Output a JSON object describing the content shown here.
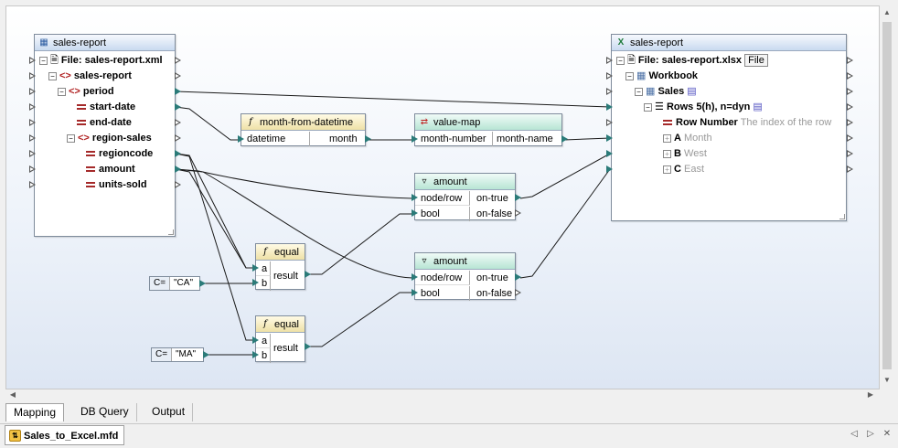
{
  "source": {
    "title": "sales-report",
    "rows": [
      {
        "label": "File: sales-report.xml"
      },
      {
        "label": "sales-report"
      },
      {
        "label": "period"
      },
      {
        "label": "start-date"
      },
      {
        "label": "end-date"
      },
      {
        "label": "region-sales"
      },
      {
        "label": "regioncode"
      },
      {
        "label": "amount"
      },
      {
        "label": "units-sold"
      }
    ]
  },
  "target": {
    "title": "sales-report",
    "file_label": "File: sales-report.xlsx",
    "file_button": "File",
    "workbook": "Workbook",
    "sheet": "Sales",
    "rows_label": "Rows 5(h), n=dyn",
    "row_number": "Row Number",
    "row_number_desc": "The index of the row",
    "columns": [
      {
        "letter": "A",
        "name": "Month"
      },
      {
        "letter": "B",
        "name": "West"
      },
      {
        "letter": "C",
        "name": "East"
      }
    ]
  },
  "functions": {
    "month_from_datetime": {
      "title": "month-from-datetime",
      "input": "datetime",
      "output": "month"
    },
    "value_map": {
      "title": "value-map",
      "input": "month-number",
      "output": "month-name"
    },
    "filter1": {
      "title": "amount",
      "in1": "node/row",
      "in2": "bool",
      "out1": "on-true",
      "out2": "on-false"
    },
    "filter2": {
      "title": "amount",
      "in1": "node/row",
      "in2": "bool",
      "out1": "on-true",
      "out2": "on-false"
    },
    "equal1": {
      "title": "equal",
      "a": "a",
      "b": "b",
      "result": "result"
    },
    "equal2": {
      "title": "equal",
      "a": "a",
      "b": "b",
      "result": "result"
    }
  },
  "constants": [
    {
      "type": "C=",
      "value": "\"CA\""
    },
    {
      "type": "C=",
      "value": "\"MA\""
    }
  ],
  "tabs": [
    "Mapping",
    "DB Query",
    "Output"
  ],
  "document_tab": "Sales_to_Excel.mfd",
  "colors": {
    "connector": "#2b7b79",
    "wire": "#1a1a1a",
    "xml_header": "#c9daf0",
    "function_header": "#efe1a6",
    "filter_header": "#b7e5d4"
  }
}
